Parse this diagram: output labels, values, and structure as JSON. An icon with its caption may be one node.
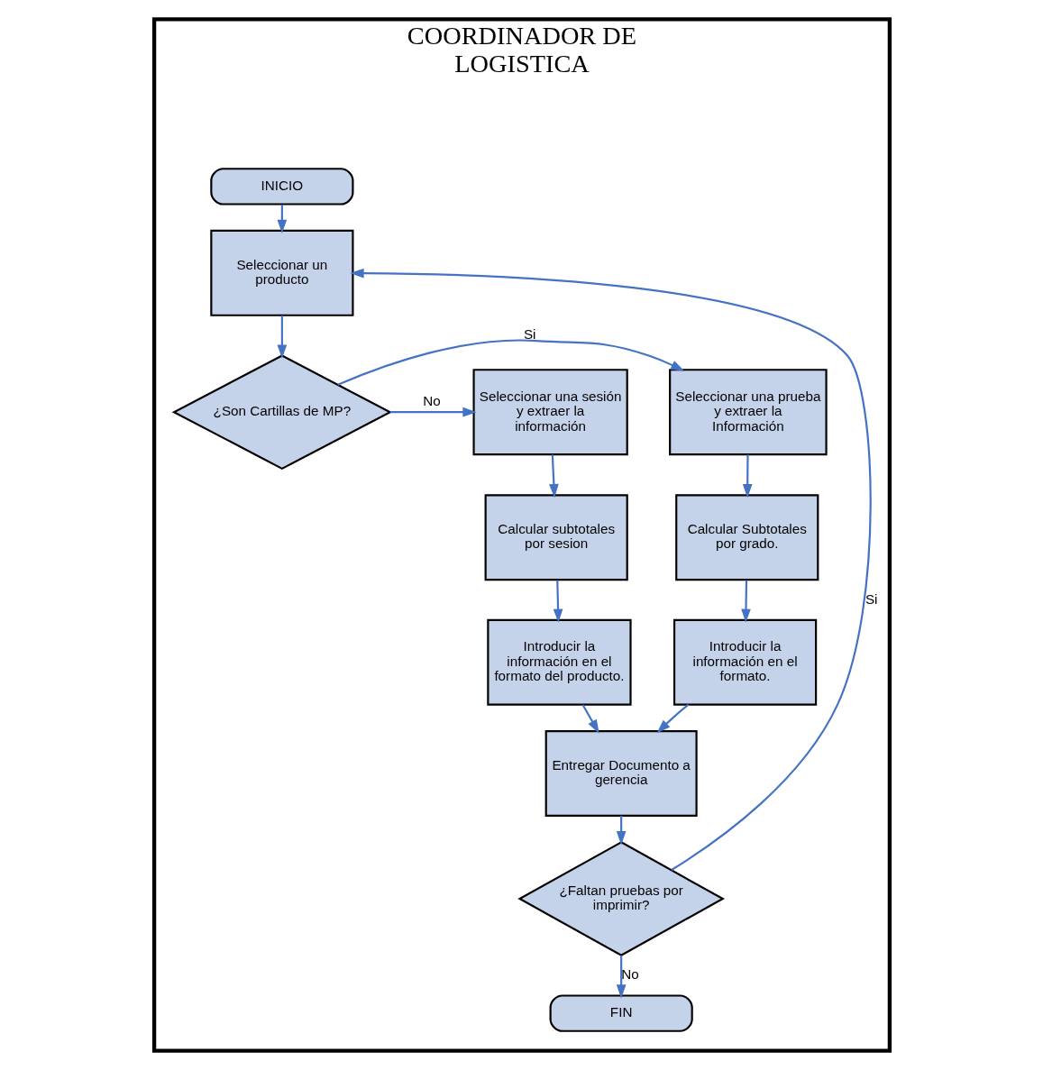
{
  "diagram": {
    "nodes": [
      {
        "text": [
          "COORDINADOR DE LOGISTICA"
        ]
      },
      {
        "text": [
          "INICIO"
        ],
        "in": 0
      },
      {
        "text": [
          "Seleccionar un producto"
        ],
        "in": 0
      },
      {
        "text": [
          "¿Son Cartillas de MP?"
        ],
        "in": 0
      },
      {
        "text": [
          "Seleccionar una prueba y extraer la Información"
        ],
        "in": 0
      },
      {
        "text": [
          "Seleccionar una sesión y extraer la información"
        ],
        "in": 0
      },
      {
        "text": [
          "Calcular Subtotales por grado."
        ],
        "in": 0
      },
      {
        "text": [
          "Calcular subtotales por sesion"
        ],
        "in": 0
      },
      {
        "text": [
          "Introducir la información en el formato."
        ],
        "in": 0
      },
      {
        "text": [
          "Introducir la información en el formato del producto."
        ],
        "in": 0
      },
      {
        "text": [
          "Entregar Documento a gerencia"
        ],
        "in": 0
      },
      {
        "text": [
          "¿Faltan pruebas por imprimir?"
        ],
        "in": 0
      },
      {
        "text": [
          "FIN"
        ],
        "in": 0
      }
    ],
    "edges": [
      {
        "from": 1,
        "to": 2,
        "arrow": "to"
      },
      {
        "from": 2,
        "to": 3,
        "arrow": "to"
      },
      {
        "from": 3,
        "to": 4,
        "label": "Si",
        "arrow": "to"
      },
      {
        "from": 3,
        "to": 5,
        "label": "No",
        "arrow": "to"
      },
      {
        "from": 4,
        "to": 6,
        "arrow": "to"
      },
      {
        "from": 6,
        "to": 8,
        "arrow": "to"
      },
      {
        "from": 5,
        "to": 7,
        "arrow": "to"
      },
      {
        "from": 7,
        "to": 9,
        "arrow": "to"
      },
      {
        "from": 8,
        "to": 10,
        "arrow": "to"
      },
      {
        "from": 9,
        "to": 10,
        "arrow": "to"
      },
      {
        "from": 10,
        "to": 11,
        "arrow": "to"
      },
      {
        "from": 11,
        "to": 2,
        "label": "Si",
        "arrow": "to"
      },
      {
        "from": 11,
        "to": 12,
        "label": "No",
        "arrow": "to"
      }
    ]
  }
}
